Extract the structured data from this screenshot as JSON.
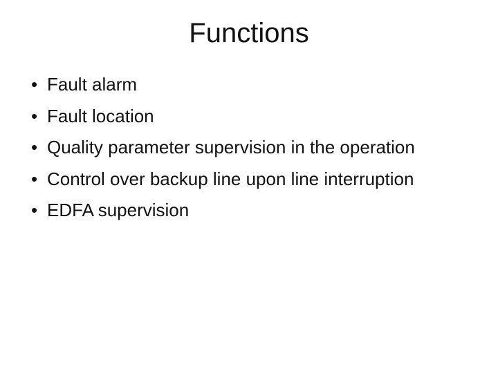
{
  "slide": {
    "title": "Functions",
    "bullet_glyph": "•",
    "bullets": [
      "Fault alarm",
      "Fault location",
      "Quality parameter supervision in the operation",
      "Control over backup line upon line interruption",
      "EDFA supervision"
    ],
    "colors": {
      "background": "#ffffff",
      "text": "#111111"
    }
  }
}
